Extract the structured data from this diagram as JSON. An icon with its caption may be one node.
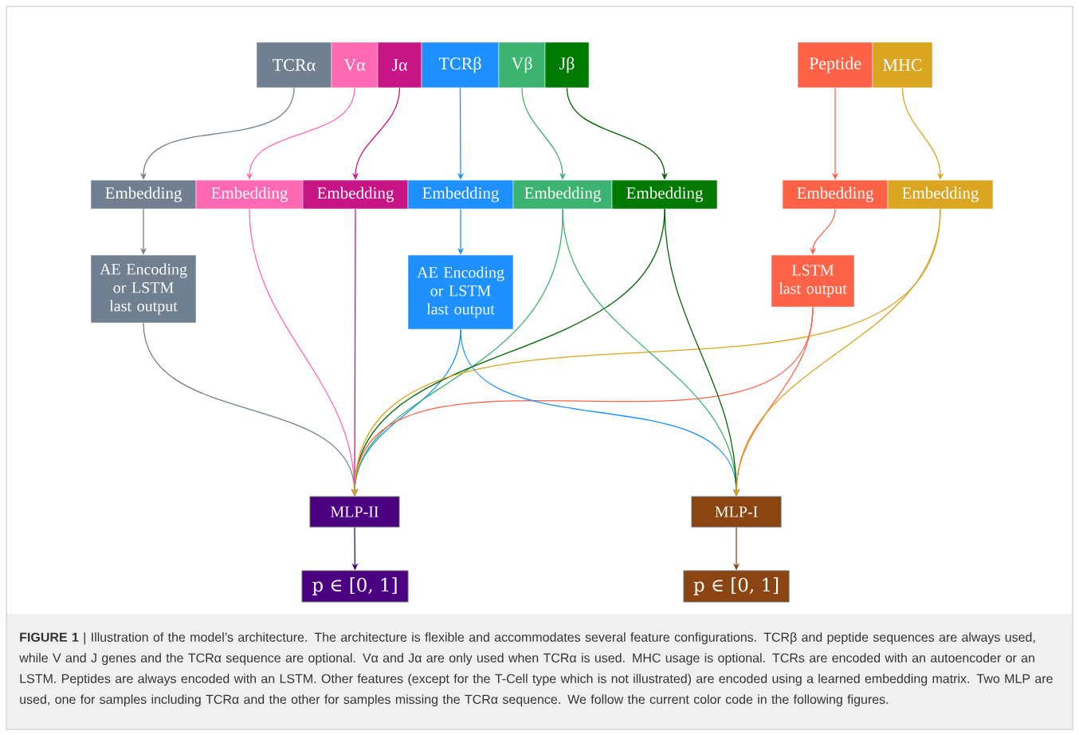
{
  "diagram": {
    "caption": "**FIGURE 1** | Illustration of the model’s architecture. The architecture is flexible and accommodates several feature configurations. TCRβ and peptide sequences are always used, while V and J genes and the TCRα sequence are optional. Vα and Jα are only used when TCRα is used. MHC usage is optional. TCRs are encoded with an autoencoder or an LSTM. Peptides are always encoded with an LSTM. Other features (except for the T-Cell type which is not illustrated) are encoded using a learned embedding matrix. Two MLP are used, one for samples including TCRα and the other for samples missing the TCRα sequence. We follow the current color code in the following figures.",
    "nodes": [
      {
        "text": [
          "TCRα"
        ]
      },
      {
        "text": [
          "Vα"
        ]
      },
      {
        "text": [
          "Jα"
        ]
      },
      {
        "text": [
          "TCRβ"
        ]
      },
      {
        "text": [
          "Vβ"
        ]
      },
      {
        "text": [
          "Jβ"
        ]
      },
      {
        "text": [
          "Peptide"
        ]
      },
      {
        "text": [
          "MHC"
        ]
      },
      {
        "text": [
          "Embedding"
        ]
      },
      {
        "text": [
          "Embedding"
        ]
      },
      {
        "text": [
          "Embedding"
        ]
      },
      {
        "text": [
          "Embedding"
        ]
      },
      {
        "text": [
          "Embedding"
        ]
      },
      {
        "text": [
          "Embedding"
        ]
      },
      {
        "text": [
          "Embedding"
        ]
      },
      {
        "text": [
          "Embedding"
        ]
      },
      {
        "text": [
          "AE Encoding or LSTM last output"
        ]
      },
      {
        "text": [
          "AE Encoding or LSTM last output"
        ]
      },
      {
        "text": [
          "LSTM last output"
        ]
      },
      {
        "text": [
          "MLP-II"
        ]
      },
      {
        "text": [
          "MLP-I"
        ]
      },
      {
        "text": [
          "p ∈ [0, 1]"
        ]
      },
      {
        "text": [
          "p ∈ [0, 1]"
        ]
      }
    ],
    "edges": [
      {
        "from": 0,
        "to": 8,
        "arrow": "to",
        "color": "#708090"
      },
      {
        "from": 1,
        "to": 9,
        "arrow": "to",
        "color": "#ff69b4"
      },
      {
        "from": 2,
        "to": 10,
        "arrow": "to",
        "color": "#c71585"
      },
      {
        "from": 3,
        "to": 11,
        "arrow": "to",
        "color": "#1e90ff"
      },
      {
        "from": 4,
        "to": 12,
        "arrow": "to",
        "color": "#3cb371"
      },
      {
        "from": 5,
        "to": 13,
        "arrow": "to",
        "color": "#006400"
      },
      {
        "from": 6,
        "to": 14,
        "arrow": "to",
        "color": "#ff6347"
      },
      {
        "from": 7,
        "to": 15,
        "arrow": "to",
        "color": "#daa520"
      },
      {
        "from": 8,
        "to": 16,
        "arrow": "to",
        "color": "#708090"
      },
      {
        "from": 11,
        "to": 17,
        "arrow": "to",
        "color": "#1e90ff"
      },
      {
        "from": 14,
        "to": 18,
        "arrow": "to",
        "color": "#ff6347"
      },
      {
        "from": 16,
        "to": 19,
        "arrow": "to",
        "color": "#708090"
      },
      {
        "from": 9,
        "to": 19,
        "arrow": "to",
        "color": "#ff69b4"
      },
      {
        "from": 10,
        "to": 19,
        "arrow": "to",
        "color": "#c71585"
      },
      {
        "from": 17,
        "to": 19,
        "arrow": "to",
        "color": "#1e90ff"
      },
      {
        "from": 12,
        "to": 19,
        "arrow": "to",
        "color": "#3cb371"
      },
      {
        "from": 13,
        "to": 19,
        "arrow": "to",
        "color": "#006400"
      },
      {
        "from": 18,
        "to": 19,
        "arrow": "to",
        "color": "#ff6347"
      },
      {
        "from": 15,
        "to": 19,
        "arrow": "to",
        "color": "#daa520"
      },
      {
        "from": 17,
        "to": 20,
        "arrow": "to",
        "color": "#1e90ff"
      },
      {
        "from": 12,
        "to": 20,
        "arrow": "to",
        "color": "#3cb371"
      },
      {
        "from": 13,
        "to": 20,
        "arrow": "to",
        "color": "#006400"
      },
      {
        "from": 18,
        "to": 20,
        "arrow": "to",
        "color": "#ff6347"
      },
      {
        "from": 15,
        "to": 20,
        "arrow": "to",
        "color": "#daa520"
      },
      {
        "from": 19,
        "to": 21,
        "arrow": "to",
        "color": "#4b0082"
      },
      {
        "from": 20,
        "to": 22,
        "arrow": "to",
        "color": "#8b4513"
      }
    ]
  }
}
